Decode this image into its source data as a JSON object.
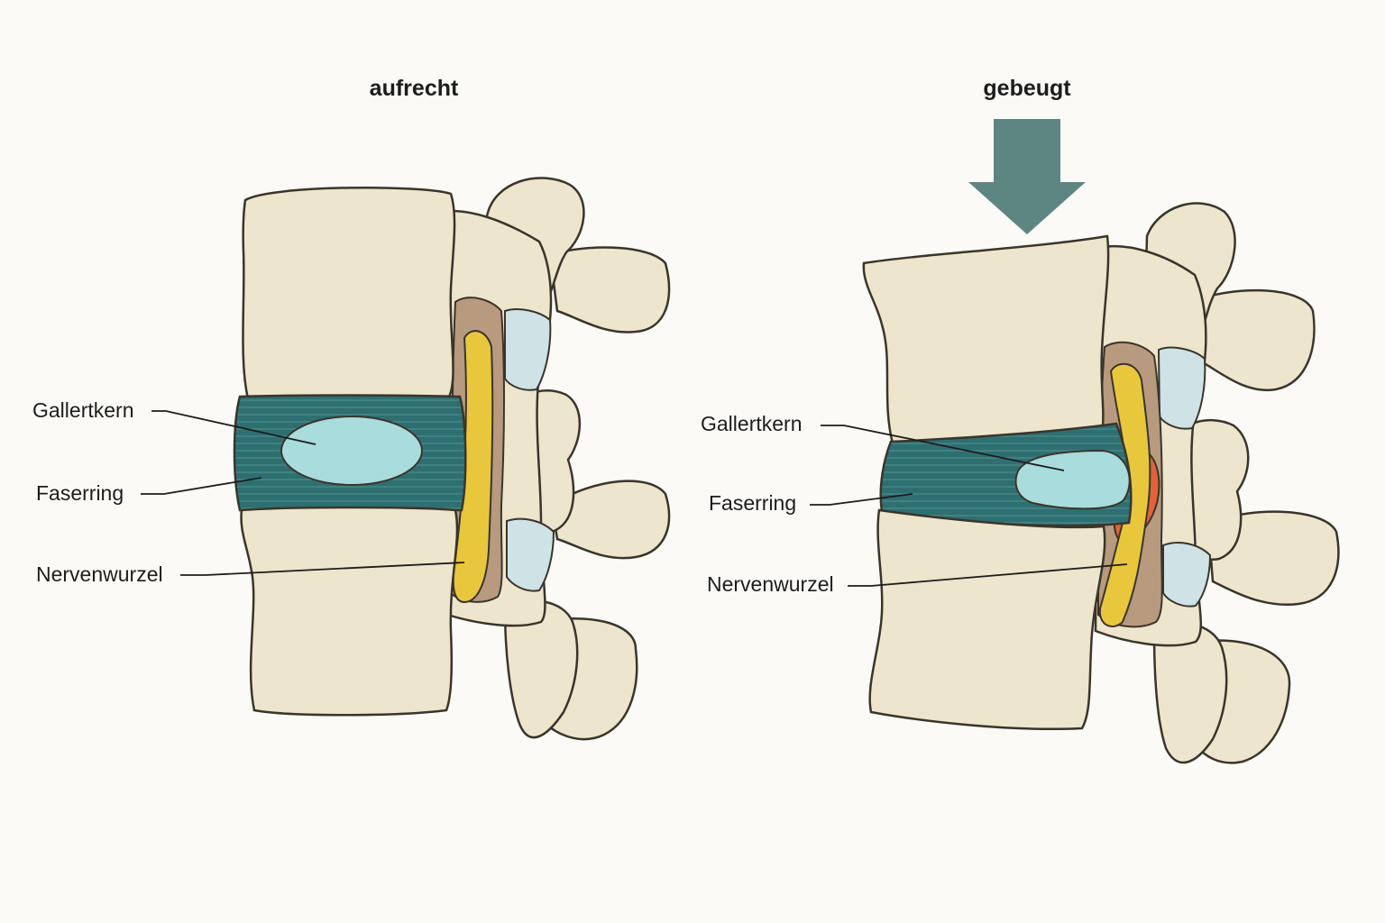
{
  "panels": [
    {
      "title": "aufrecht",
      "labels": {
        "nucleus": "Gallertkern",
        "annulus": "Faserring",
        "nerve": "Nervenwurzel"
      }
    },
    {
      "title": "gebeugt",
      "labels": {
        "nucleus": "Gallertkern",
        "annulus": "Faserring",
        "nerve": "Nervenwurzel"
      }
    }
  ],
  "colors": {
    "bone": "#ede5cc",
    "bone_outline": "#3a352b",
    "annulus": "#2e6f72",
    "nucleus": "#a9dcdc",
    "nerve": "#e9c73d",
    "canal": "#b89a7f",
    "facet_cartilage": "#cfe3e6",
    "compression": "#e2623a",
    "arrow": "#5d8683"
  }
}
